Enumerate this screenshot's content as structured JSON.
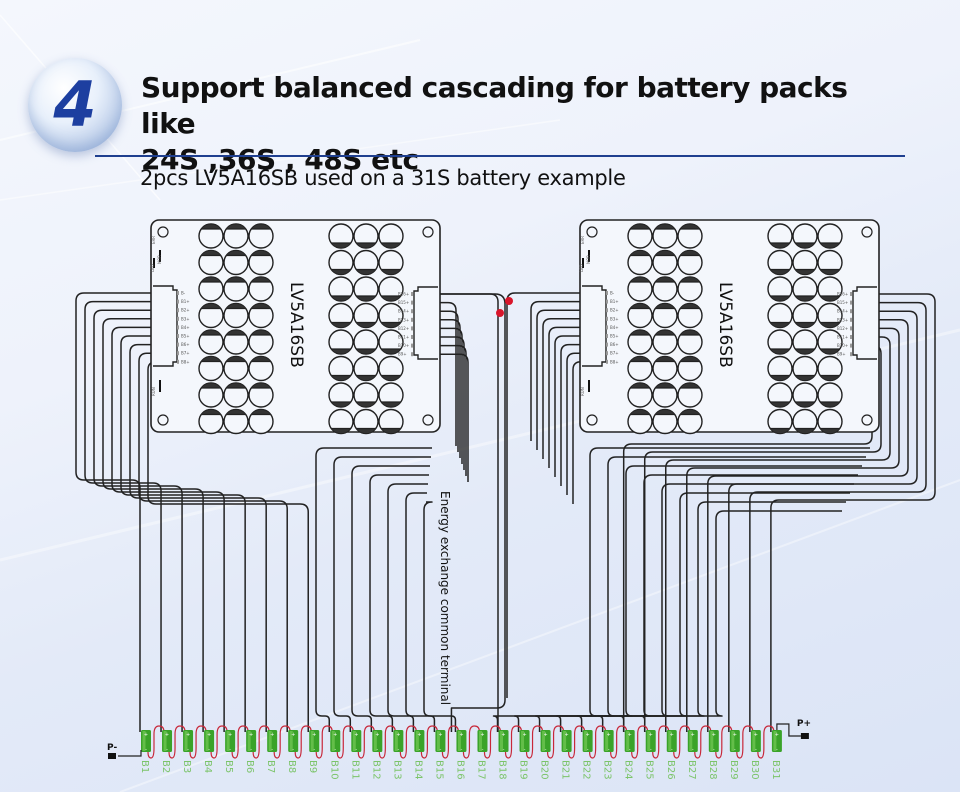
{
  "header": {
    "step_number": "4",
    "title_line1": "Support balanced cascading for battery packs like",
    "title_line2": "24S ,36S , 48S etc",
    "subtitle": "2pcs LV5A16SB used on a 31S battery example"
  },
  "colors": {
    "accent": "#1f3f8f",
    "battery_green": "#3aa329",
    "battery_label": "#7cc46a",
    "link_wire": "#c8283a",
    "junction": "#d9162b",
    "wire": "#222222"
  },
  "boards": [
    {
      "model": "LV5A16SB",
      "left_pins": [
        "B-",
        "B1+",
        "B2+",
        "B3+",
        "B4+",
        "B5+",
        "B6+",
        "B7+",
        "B8+"
      ],
      "right_pins": [
        "B16+",
        "B15+",
        "B14+",
        "B13+",
        "B12+",
        "B11+",
        "B10+",
        "B9+"
      ],
      "marks": [
        "ERR",
        "NOR",
        "LED",
        "RUN"
      ]
    },
    {
      "model": "LV5A16SB",
      "left_pins": [
        "B-",
        "B1+",
        "B2+",
        "B3+",
        "B4+",
        "B5+",
        "B6+",
        "B7+",
        "B8+"
      ],
      "right_pins": [
        "B16+",
        "B15+",
        "B14+",
        "B13+",
        "B12+",
        "B11+",
        "B10+",
        "B9+"
      ],
      "marks": [
        "ERR",
        "NOR",
        "LED",
        "RUN"
      ]
    }
  ],
  "annotation": "Energy exchange common terminal",
  "terminals": {
    "negative": "P-",
    "positive": "P+"
  },
  "cells": [
    "B1",
    "B2",
    "B3",
    "B4",
    "B5",
    "B6",
    "B7",
    "B8",
    "B9",
    "B10",
    "B11",
    "B12",
    "B13",
    "B14",
    "B15",
    "B16",
    "B17",
    "B18",
    "B19",
    "B20",
    "B21",
    "B22",
    "B23",
    "B24",
    "B25",
    "B26",
    "B27",
    "B28",
    "B29",
    "B30",
    "B31"
  ]
}
